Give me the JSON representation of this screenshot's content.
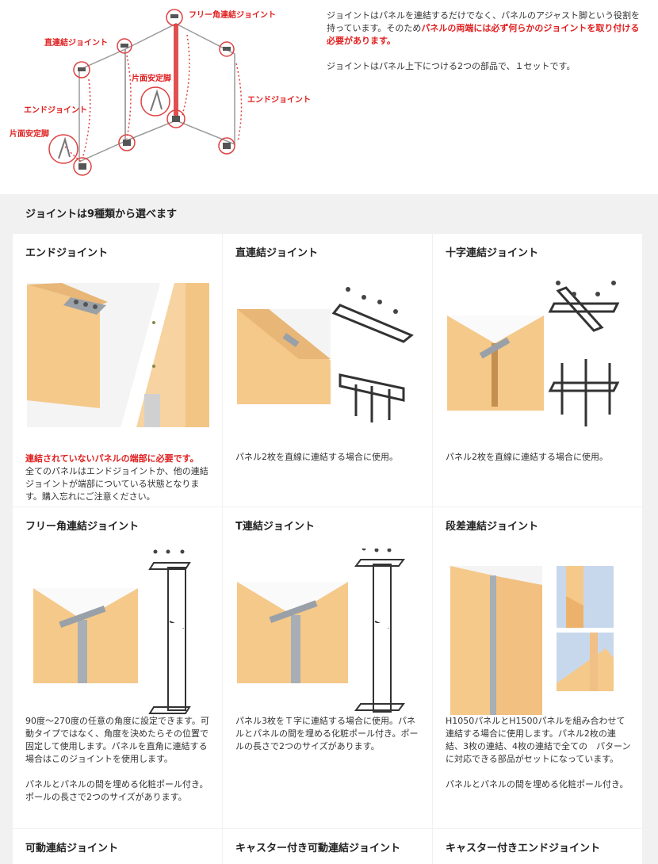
{
  "diagram": {
    "labels": {
      "free_corner": "フリー角連結ジョイント",
      "straight": "直連結ジョイント",
      "one_side_stand_center": "片面安定脚",
      "end_left": "エンドジョイント",
      "end_right": "エンドジョイント",
      "one_side_stand_left": "片面安定脚"
    }
  },
  "intro": {
    "p1_before": "ジョイントはパネルを連結するだけでなく、パネルのアジャスト脚という役割を持っています。そのため",
    "p1_red": "パネルの両端には必ず何らかのジョイントを取り付ける必要があります。",
    "p2": "ジョイントはパネル上下につける2つの部品で、１セットです。"
  },
  "section_title": "ジョイントは9種類から選べます",
  "cards": [
    {
      "title": "エンドジョイント",
      "desc_red": "連結されていないパネルの端部に必要です。",
      "desc": "全てのパネルはエンドジョイントか、他の連結ジョイントが端部についている状態となります。購入忘れにご注意ください。"
    },
    {
      "title": "直連結ジョイント",
      "desc": "パネル2枚を直線に連結する場合に使用。"
    },
    {
      "title": "十字連結ジョイント",
      "desc": "パネル2枚を直線に連結する場合に使用。"
    },
    {
      "title": "フリー角連結ジョイント",
      "desc": "90度～270度の任意の角度に設定できます。可動タイプではなく、角度を決めたらその位置で固定して使用します。パネルを直角に連結する場合はこのジョイントを使用します。",
      "desc2": "パネルとパネルの間を埋める化粧ポール付き。ポールの長さで2つのサイズがあります。"
    },
    {
      "title": "T連結ジョイント",
      "desc": "パネル3枚をＴ字に連結する場合に使用。パネルとパネルの間を埋める化粧ポール付き。ポールの長さで2つのサイズがあります。"
    },
    {
      "title": "段差連結ジョイント",
      "desc": "H1050パネルとH1500パネルを組み合わせて連結する場合に使用します。パネル2枚の連結、3枚の連結、4枚の連結で全ての　パターンに対応できる部品がセットになっています。",
      "desc2": "パネルとパネルの間を埋める化粧ポール付き。"
    },
    {
      "title": "可動連結ジョイント"
    },
    {
      "title": "キャスター付き可動連結ジョイント"
    },
    {
      "title": "キャスター付きエンドジョイント"
    }
  ],
  "colors": {
    "accent_red": "#e02020",
    "wood": "#f3c98e",
    "steel": "#3a3a3a"
  }
}
